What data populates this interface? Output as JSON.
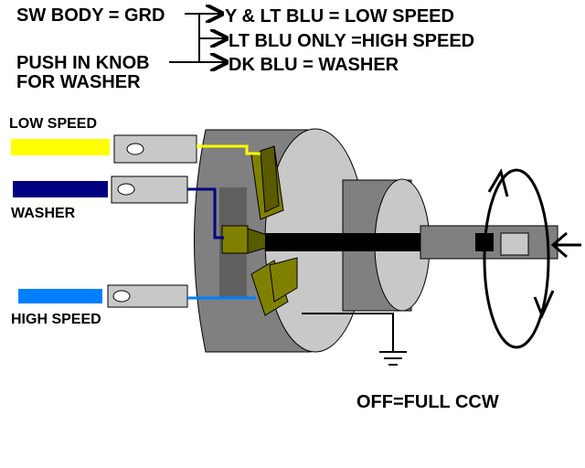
{
  "header": {
    "sw_body": "SW BODY = GRD",
    "push_knob_line1": "PUSH IN KNOB",
    "push_knob_line2": "FOR WASHER",
    "output1": "Y & LT BLU = LOW SPEED",
    "output2": "LT BLU ONLY =HIGH SPEED",
    "output3": "DK BLU = WASHER"
  },
  "wires": {
    "low_speed": {
      "label": "LOW SPEED",
      "color": "#ffff00"
    },
    "washer": {
      "label": "WASHER",
      "color": "#000080"
    },
    "high_speed": {
      "label": "HIGH SPEED",
      "color": "#0080ff"
    }
  },
  "footer": {
    "off_note": "OFF=FULL CCW"
  }
}
